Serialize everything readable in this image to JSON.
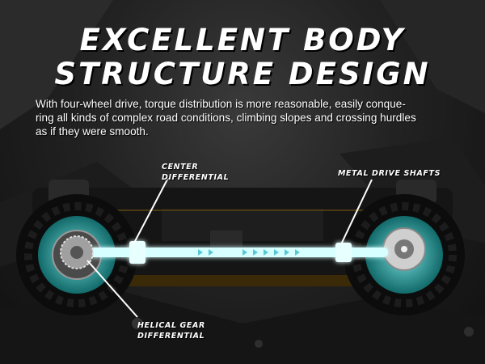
{
  "title": {
    "line1": "EXCELLENT BODY",
    "line2": "STRUCTURE DESIGN"
  },
  "description": {
    "line1": "With four-wheel drive, torque distribution is more reasonable, easily conque-",
    "line2": "ring all kinds of complex road conditions, climbing slopes and crossing hurdles",
    "line3": "as if they were smooth."
  },
  "callouts": {
    "center": {
      "line1": "CENTER",
      "line2": "DIFFERENTIAL"
    },
    "shafts": {
      "line1": "METAL DRIVE SHAFTS"
    },
    "helical": {
      "line1": "HELICAL GEAR",
      "line2": "DIFFERENTIAL"
    }
  },
  "colors": {
    "glow": "#7ff6ff",
    "teal": "#1fa6a6",
    "dark": "#0c0c0c"
  }
}
